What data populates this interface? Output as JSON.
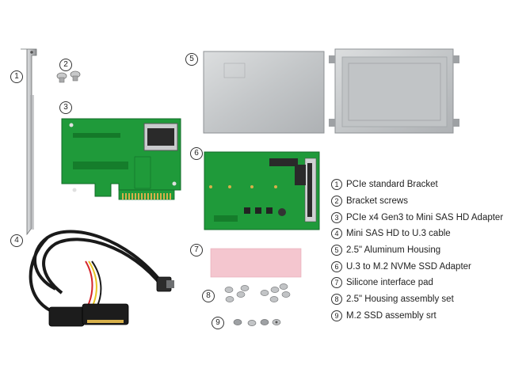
{
  "callouts": [
    "1",
    "2",
    "3",
    "4",
    "5",
    "6",
    "7",
    "8",
    "9"
  ],
  "legend": [
    {
      "num": "1",
      "label": "PCIe standard Bracket"
    },
    {
      "num": "2",
      "label": "Bracket screws"
    },
    {
      "num": "3",
      "label": "PCIe x4 Gen3 to Mini SAS HD Adapter"
    },
    {
      "num": "4",
      "label": "Mini SAS HD to U.3 cable"
    },
    {
      "num": "5",
      "label": "2.5\" Aluminum Housing"
    },
    {
      "num": "6",
      "label": "U.3 to M.2 NVMe SSD Adapter"
    },
    {
      "num": "7",
      "label": "Silicone interface pad"
    },
    {
      "num": "8",
      "label": "2.5\" Housing assembly set"
    },
    {
      "num": "9",
      "label": "M.2 SSD assembly srt"
    }
  ],
  "colors": {
    "pcb_green": "#1f9a3a",
    "pcb_dark": "#157a2c",
    "gold": "#d8b04a",
    "aluminum": "#c9cbcd",
    "aluminum_dark": "#9ea1a4",
    "pad_pink": "#f4c6cf",
    "cable_black": "#1a1a1a"
  }
}
